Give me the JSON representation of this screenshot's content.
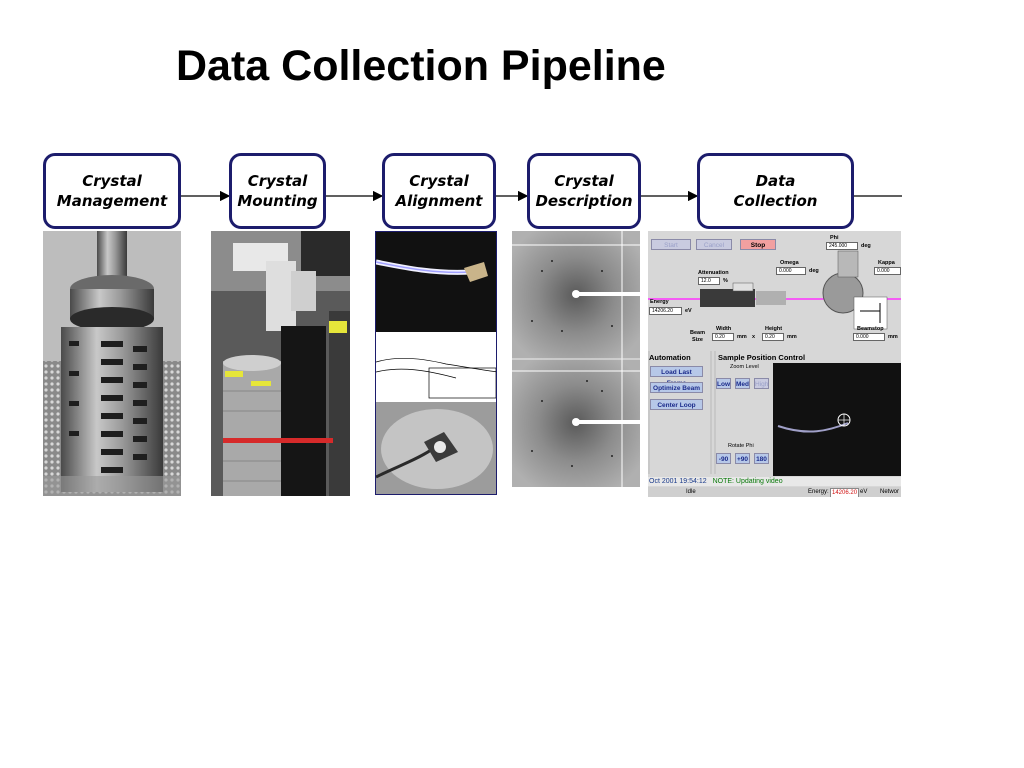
{
  "title": "Data Collection Pipeline",
  "stages": [
    {
      "label": "Crystal\nManagement"
    },
    {
      "label": "Crystal\nMounting"
    },
    {
      "label": "Crystal\nAlignment"
    },
    {
      "label": "Crystal\nDescription"
    },
    {
      "label": "Data\nCollection"
    }
  ],
  "gui": {
    "buttons": {
      "start": "Start",
      "cancel": "Cancel",
      "stop": "Stop"
    },
    "phi": {
      "label": "Phi",
      "value": "245.000",
      "unit": "deg"
    },
    "omega": {
      "label": "Omega",
      "value": "0.000",
      "unit": "deg"
    },
    "kappa": {
      "label": "Kappa",
      "value": "0.000"
    },
    "attenuation": {
      "label": "Attenuation",
      "value": "12.0",
      "unit": "%"
    },
    "energy": {
      "label": "Energy",
      "value": "14206.20",
      "unit": "eV"
    },
    "beam_size": "Beam\nSize",
    "width": {
      "label": "Width",
      "value": "0.20",
      "unit": "mm"
    },
    "x": "x",
    "height": {
      "label": "Height",
      "value": "0.20",
      "unit": "mm"
    },
    "beamstop": {
      "label": "Beamstop",
      "value": "0.000",
      "unit": "mm"
    },
    "automation": {
      "title": "Automation",
      "buttons": [
        "Load Last Frame",
        "Optimize Beam",
        "Center Loop"
      ]
    },
    "sample_control": {
      "title": "Sample Position Control",
      "zoom_label": "Zoom Level",
      "zoom": [
        "Low",
        "Med",
        "High"
      ],
      "rotate_label": "Rotate Phi",
      "rotate": [
        "-90",
        "+90",
        "180"
      ]
    },
    "status_time": "Oct 2001 19:54:12",
    "status_note": "NOTE: Updating video",
    "idle": "Idle",
    "energy_status_label": "Energy:",
    "energy_status_value": "14206.20",
    "energy_status_unit": "eV",
    "network": "Networ"
  },
  "colors": {
    "box_border": "#1c1c6c",
    "beam": "#ff33ff"
  }
}
